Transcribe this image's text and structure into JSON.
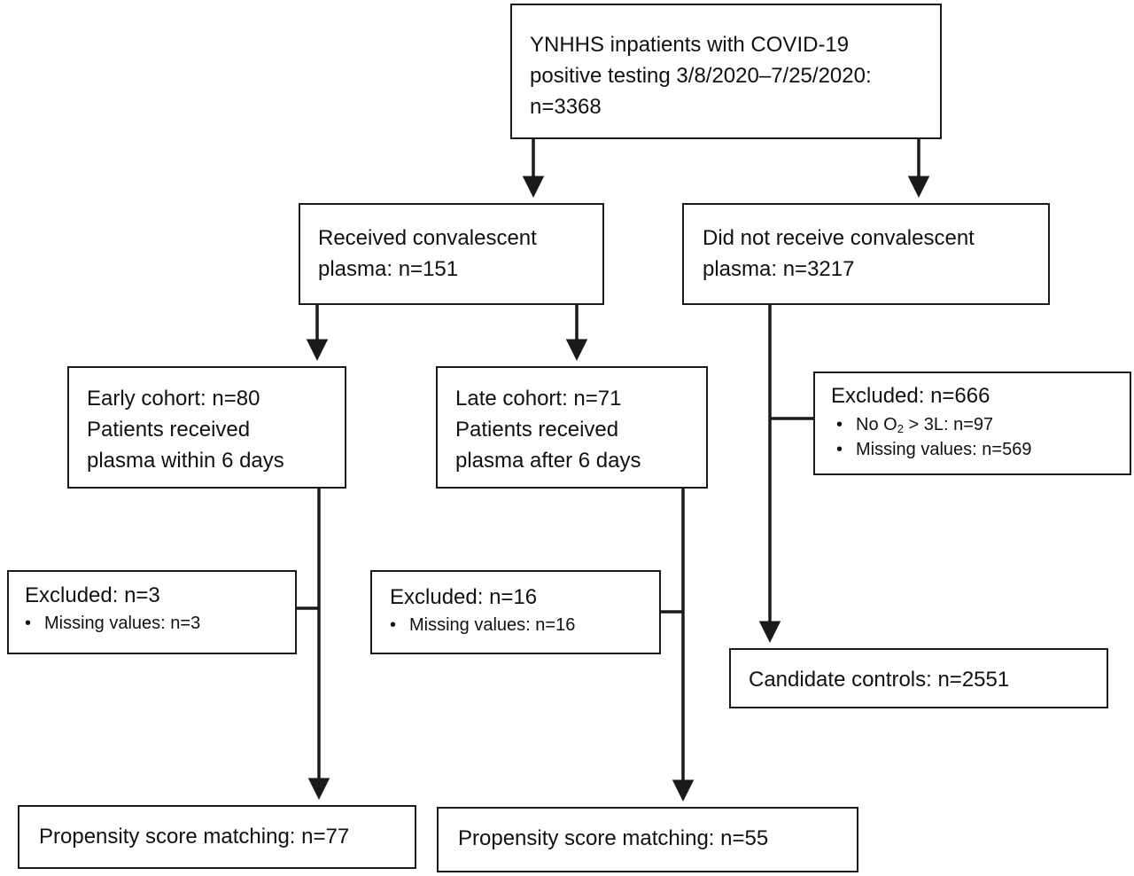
{
  "diagram": {
    "root": {
      "line1": "YNHHS inpatients with COVID-19",
      "line2": "positive testing 3/8/2020–7/25/2020:",
      "line3": "n=3368"
    },
    "received": {
      "line1": "Received convalescent",
      "line2": "plasma: n=151"
    },
    "not_received": {
      "line1": "Did not receive convalescent",
      "line2": "plasma: n=3217"
    },
    "early": {
      "line1": "Early cohort: n=80",
      "line2": "Patients received",
      "line3": "plasma within 6 days"
    },
    "late": {
      "line1": "Late cohort: n=71",
      "line2": "Patients received",
      "line3": "plasma after 6 days"
    },
    "excluded_controls": {
      "title": "Excluded: n=666",
      "item1_pre": "No O",
      "item1_sub": "2",
      "item1_post": " > 3L: n=97",
      "item2": "Missing values: n=569"
    },
    "excluded_early": {
      "title": "Excluded: n=3",
      "item1": "Missing values: n=3"
    },
    "excluded_late": {
      "title": "Excluded: n=16",
      "item1": "Missing values: n=16"
    },
    "candidate_controls": {
      "label": "Candidate controls: n=2551"
    },
    "psm_early": {
      "label": "Propensity score matching: n=77"
    },
    "psm_late": {
      "label": "Propensity score matching: n=55"
    },
    "bullet": "•"
  }
}
